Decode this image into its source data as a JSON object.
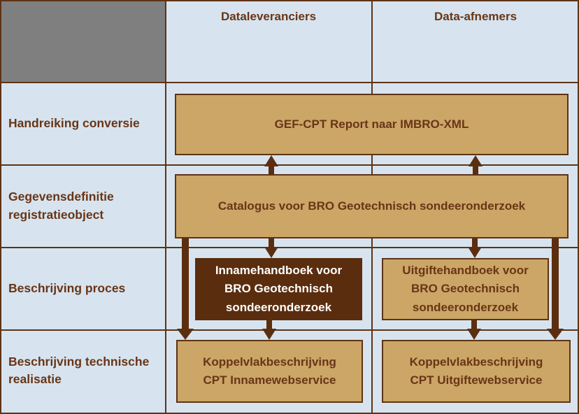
{
  "table": {
    "columns": [
      "Dataleveranciers",
      "Data-afnemers"
    ],
    "row_labels": [
      "Handreiking conversie",
      "Gegevensdefinitie registratieobject",
      "Beschrijving proces",
      "Beschrijving technische realisatie"
    ]
  },
  "boxes": {
    "gef_cpt": "GEF-CPT Report naar IMBRO-XML",
    "catalogus": "Catalogus voor BRO Geotechnisch sondeeronderzoek",
    "innamehandboek": "Innamehandboek voor BRO Geotechnisch sondeeronderzoek",
    "uitgiftehandboek": "Uitgiftehandboek voor BRO Geotechnisch sondeeronderzoek",
    "koppelvlak_inname": "Koppelvlakbeschrijving CPT Innamewebservice",
    "koppelvlak_uitgifte": "Koppelvlakbeschrijving CPT Uitgiftewebservice"
  },
  "colors": {
    "background": "#d7e4ef",
    "grid_border": "#5e3315",
    "corner_gray": "#7f7f7f",
    "box_fill": "#cba666",
    "box_border": "#5e3315",
    "dark_box_fill": "#5a2d0e",
    "dark_box_text": "#ffffff",
    "text_brown": "#693517",
    "arrow": "#5c2e10"
  }
}
